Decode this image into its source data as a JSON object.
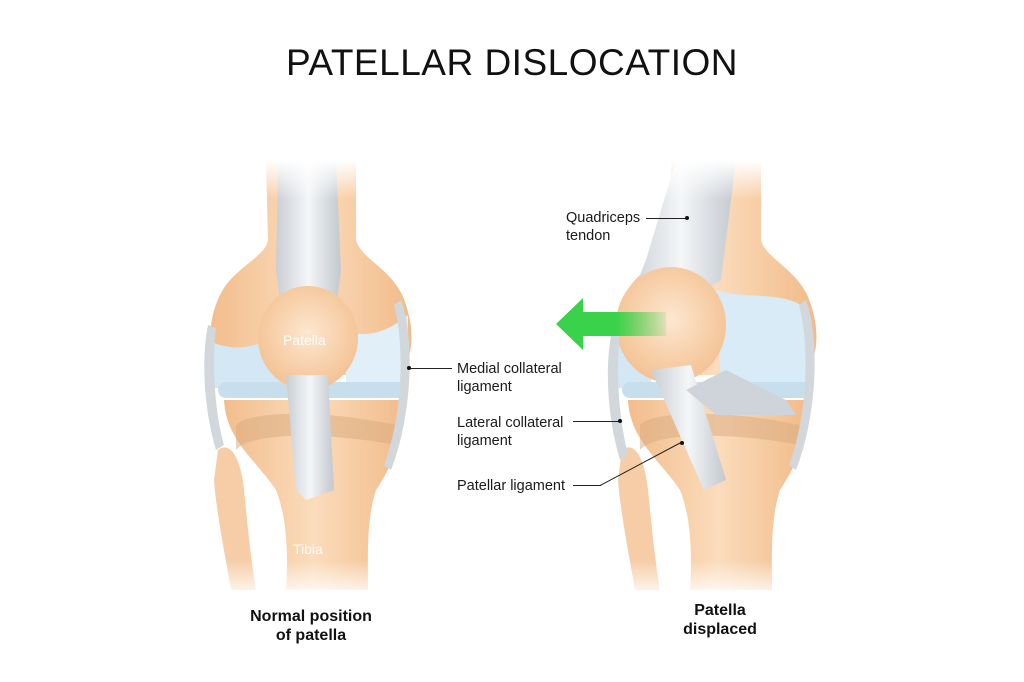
{
  "title": "PATELLAR DISLOCATION",
  "left_knee": {
    "caption_line1": "Normal position",
    "caption_line2": "of patella",
    "labels": {
      "patella": "Patella",
      "tibia": "Tibia"
    }
  },
  "right_knee": {
    "caption_line1": "Patella",
    "caption_line2": "displaced"
  },
  "callouts": {
    "quadriceps_line1": "Quadriceps",
    "quadriceps_line2": "tendon",
    "medial_line1": "Medial collateral",
    "medial_line2": "ligament",
    "lateral_line1": "Lateral collateral",
    "lateral_line2": "ligament",
    "patellar": "Patellar ligament"
  },
  "colors": {
    "bone": "#f6c99c",
    "bone_light": "#fbe1c4",
    "cartilage": "#d6eaf5",
    "ligament": "#d9dde2",
    "arrow": "#3ad24a",
    "text": "#111111"
  },
  "icons": {
    "displacement_arrow": "arrow-left-icon"
  }
}
